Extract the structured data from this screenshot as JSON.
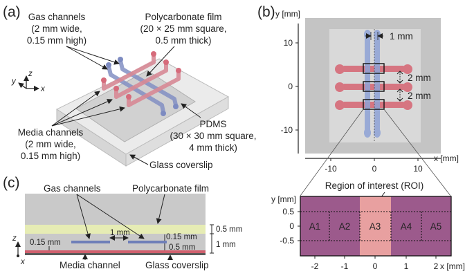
{
  "panel_a": {
    "label": "(a)",
    "gas": [
      "Gas channels",
      "(2 mm wide,",
      "0.15 mm high)"
    ],
    "film": [
      "Polycarbonate film",
      "(20 × 25 mm square,",
      "0.5 mm thick)"
    ],
    "media": [
      "Media channels",
      "(2 mm wide,",
      "0.15 mm high)"
    ],
    "pdms": [
      "PDMS",
      "(30 × 30 mm square,",
      "4 mm thick)"
    ],
    "glass": "Glass coverslip",
    "axis_x": "x",
    "axis_y": "y",
    "axis_z": "z"
  },
  "panel_b": {
    "label": "(b)",
    "y_axis_label": "y [mm]",
    "x_axis_label": "x [mm]",
    "y_ticks": [
      "10",
      "0",
      "-10"
    ],
    "x_ticks": [
      "-10",
      "0",
      "10"
    ],
    "dim_1mm": "1 mm",
    "dim_2mm_a": "2 mm",
    "dim_2mm_b": "2 mm",
    "roi_title": "Region of interest (ROI)",
    "roi_y_label": "y [mm]",
    "roi_x_label": "x [mm]",
    "roi_y_ticks": [
      "0.5",
      "0",
      "-0.5"
    ],
    "roi_x_ticks": [
      "-2",
      "-1",
      "0",
      "1",
      "2"
    ],
    "roi_areas": [
      "A1",
      "A2",
      "A3",
      "A4",
      "A5"
    ]
  },
  "panel_c": {
    "label": "(c)",
    "gas": "Gas channels",
    "film": "Polycarbonate film",
    "dim_05mm_top": "0.5 mm",
    "dim_1mm": "1 mm",
    "dim_015_left": "0.15 mm",
    "dim_1mm_gap": "1 mm",
    "dim_015_right": "0.15 mm",
    "dim_05mm_bot": "0.5 mm",
    "media": "Media channel",
    "glass": "Glass coverslip",
    "axis_z": "z",
    "axis_x": "x"
  },
  "colors": {
    "pdms": "#c9c9c9",
    "film": "#e6ecb4",
    "gas": "#6f7fb8",
    "media": "#d0606e",
    "roi_purple": "#9c5a8c",
    "roi_pink": "#e8a0a0"
  }
}
